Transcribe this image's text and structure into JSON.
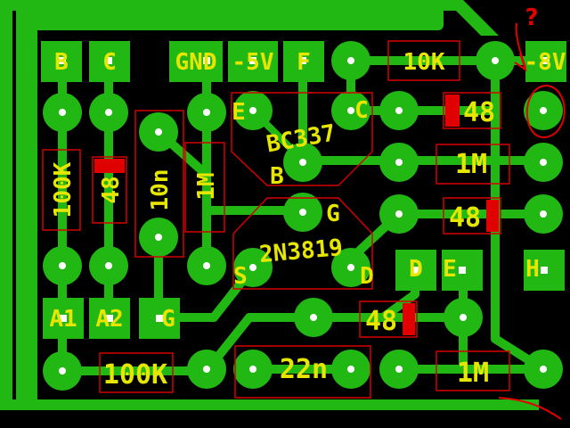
{
  "board": {
    "colors": {
      "background": "#000000",
      "copper": "#22b814",
      "silkscreen": "#e6e600",
      "outline": "#d40000",
      "annotation": "#e00000",
      "pad_hole": "#ffffff"
    },
    "pad_labels": {
      "b": "B",
      "c": "C",
      "gnd": "GND",
      "minus5v": "-5V",
      "f": "F",
      "minus8v": "-8V",
      "d": "D",
      "e": "E",
      "h": "H",
      "a1": "A1",
      "a2": "A2",
      "g": "G"
    },
    "components": {
      "r_10k": "10K",
      "q1": "BC337",
      "q1_e": "E",
      "q1_c": "C",
      "q1_b": "B",
      "r_100k_v": "100K",
      "c_48_v": "48",
      "c_10n": "10n",
      "r_1m_v": "1M",
      "c_48_top": "48",
      "r_1m_mid": "1M",
      "c_48_mid": "48",
      "q2": "2N3819",
      "q2_g": "G",
      "q2_s": "S",
      "q2_d": "D",
      "c_48_bot": "48",
      "r_100k_h": "100K",
      "c_22n": "22n",
      "r_1m_bot": "1M"
    },
    "annotation": {
      "question_mark": "?"
    }
  }
}
